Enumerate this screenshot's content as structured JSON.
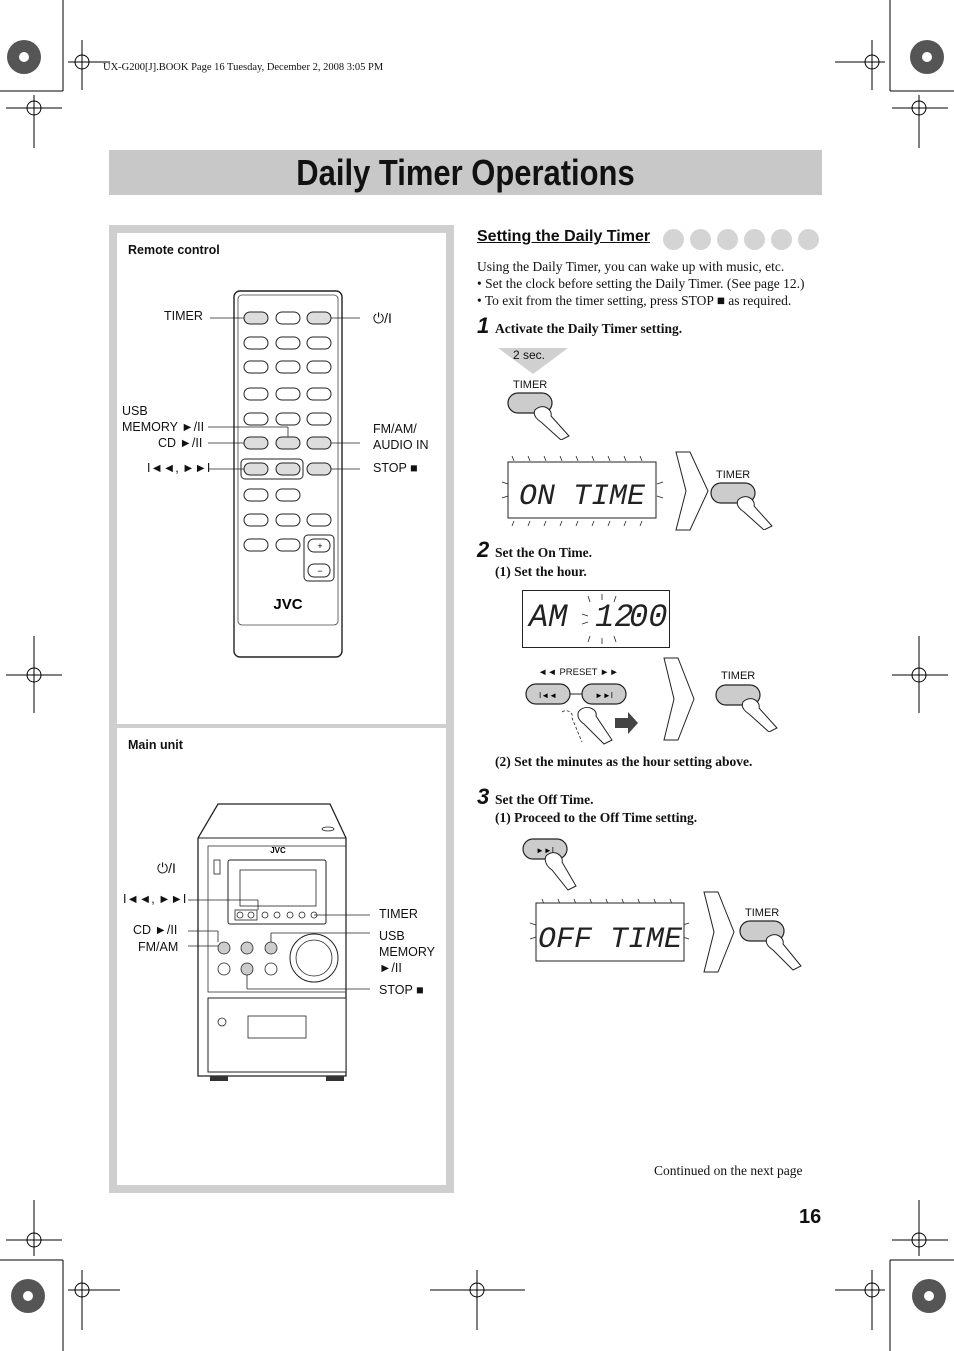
{
  "header_note": "UX-G200[J].BOOK  Page 16  Tuesday, December 2, 2008  3:05 PM",
  "title": "Daily Timer Operations",
  "remote_panel": {
    "heading": "Remote control",
    "labels": {
      "timer": "TIMER",
      "power": "⏻/I",
      "usb_line1": "USB",
      "usb_line2": "MEMORY ►/II",
      "cd": "CD ►/II",
      "skip": "I◄◄, ►►I",
      "fm_line1": "FM/AM/",
      "fm_line2": "AUDIO IN",
      "stop": "STOP ■"
    },
    "brand": "JVC"
  },
  "main_unit_panel": {
    "heading": "Main unit",
    "labels": {
      "power": "⏻/I",
      "skip": "I◄◄, ►►I",
      "cd": "CD ►/II",
      "fmam": "FM/AM",
      "timer": "TIMER",
      "usb_line1": "USB",
      "usb_line2": "MEMORY",
      "usb_line3": "►/II",
      "stop": "STOP ■"
    },
    "brand": "JVC"
  },
  "section": {
    "heading": "Setting the Daily Timer",
    "intro": "Using the Daily Timer, you can wake up with music, etc.",
    "bullets": [
      "• Set the clock before setting the Daily Timer. (See page 12.)",
      "• To exit from the timer setting, press STOP ■  as required."
    ]
  },
  "steps": [
    {
      "number": "1",
      "text": "Activate the Daily Timer setting.",
      "hold_label": "2 sec.",
      "button_label": "TIMER",
      "display": "ON TIME",
      "confirm_label": "TIMER"
    },
    {
      "number": "2",
      "text": "Set the On Time.",
      "sub1": "(1)  Set the hour.",
      "display_prefix": "AM",
      "display_hour": "12",
      "display_minutes": "00",
      "preset_label": "◄◄  PRESET  ►►",
      "confirm_label": "TIMER",
      "sub2": "(2)  Set the minutes as the hour setting above."
    },
    {
      "number": "3",
      "text": "Set the Off Time.",
      "sub1": "(1)  Proceed to the Off Time setting.",
      "display": "OFF TIME",
      "confirm_label": "TIMER"
    }
  ],
  "footer": {
    "continued": "Continued on the next page",
    "page_number": "16"
  }
}
